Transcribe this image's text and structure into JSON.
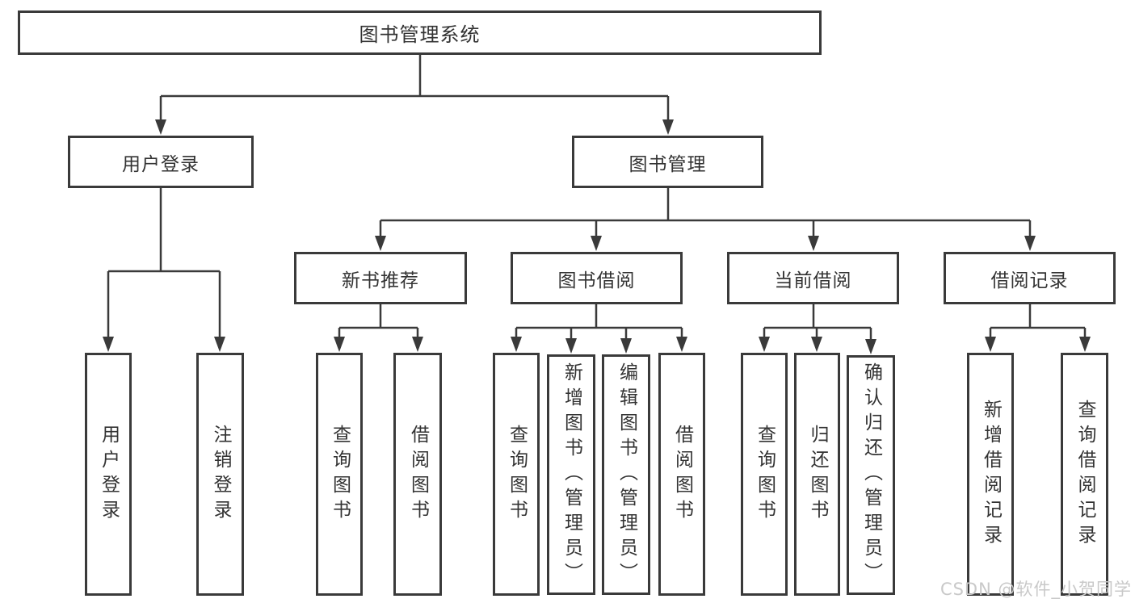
{
  "title": "图书管理系统",
  "watermark": "CSDN @软件_小贺同学",
  "colors": {
    "line": "#3a3a3a",
    "text": "#333333",
    "background": "#ffffff",
    "watermark": "#c9c9c9"
  },
  "nodes": {
    "root": {
      "label": "图书管理系统"
    },
    "user_login": {
      "label": "用户登录"
    },
    "book_management": {
      "label": "图书管理"
    },
    "login": {
      "label": "用户登录"
    },
    "logout": {
      "label": "注销登录"
    },
    "new_book_recommend": {
      "label": "新书推荐"
    },
    "book_borrow": {
      "label": "图书借阅"
    },
    "current_borrow": {
      "label": "当前借阅"
    },
    "borrow_record": {
      "label": "借阅记录"
    },
    "nbr_query_book": {
      "label": "查询图书"
    },
    "nbr_borrow_book": {
      "label": "借阅图书"
    },
    "bb_query_book": {
      "label": "查询图书"
    },
    "bb_add_book": {
      "label": "新增图书（管理员）"
    },
    "bb_edit_book": {
      "label": "编辑图书（管理员）"
    },
    "bb_borrow_book": {
      "label": "借阅图书"
    },
    "cb_query_book": {
      "label": "查询图书"
    },
    "cb_return_book": {
      "label": "归还图书"
    },
    "cb_confirm_return": {
      "label": "确认归还（管理员）"
    },
    "br_add_record": {
      "label": "新增借阅记录"
    },
    "br_query_record": {
      "label": "查询借阅记录"
    }
  },
  "edges": [
    [
      "root",
      "user_login"
    ],
    [
      "root",
      "book_management"
    ],
    [
      "user_login",
      "login"
    ],
    [
      "user_login",
      "logout"
    ],
    [
      "book_management",
      "new_book_recommend"
    ],
    [
      "book_management",
      "book_borrow"
    ],
    [
      "book_management",
      "current_borrow"
    ],
    [
      "book_management",
      "borrow_record"
    ],
    [
      "new_book_recommend",
      "nbr_query_book"
    ],
    [
      "new_book_recommend",
      "nbr_borrow_book"
    ],
    [
      "book_borrow",
      "bb_query_book"
    ],
    [
      "book_borrow",
      "bb_add_book"
    ],
    [
      "book_borrow",
      "bb_edit_book"
    ],
    [
      "book_borrow",
      "bb_borrow_book"
    ],
    [
      "current_borrow",
      "cb_query_book"
    ],
    [
      "current_borrow",
      "cb_return_book"
    ],
    [
      "current_borrow",
      "cb_confirm_return"
    ],
    [
      "borrow_record",
      "br_add_record"
    ],
    [
      "borrow_record",
      "br_query_record"
    ]
  ]
}
